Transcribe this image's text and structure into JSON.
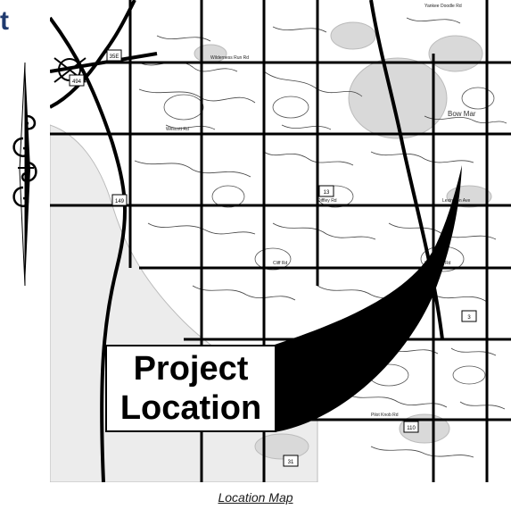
{
  "page": {
    "heading_fragment": "t",
    "caption": "Location Map"
  },
  "callout": {
    "line1": "Project",
    "line2": "Location"
  },
  "map": {
    "route_shields": [
      "35E",
      "494",
      "13",
      "149",
      "3",
      "110",
      "31"
    ],
    "place_label": "Bow Mar",
    "street_labels": [
      "Wilderness Run Rd",
      "Yankee Doodle Rd",
      "Wescott Rd",
      "Diffley Rd",
      "Cliff Rd",
      "Lone Oak Rd",
      "Lexington Ave",
      "Pilot Knob Rd"
    ],
    "colors": {
      "road": "#000000",
      "background": "#ffffff",
      "water": "#d9d9d9",
      "heading": "#1f3a6e"
    }
  }
}
